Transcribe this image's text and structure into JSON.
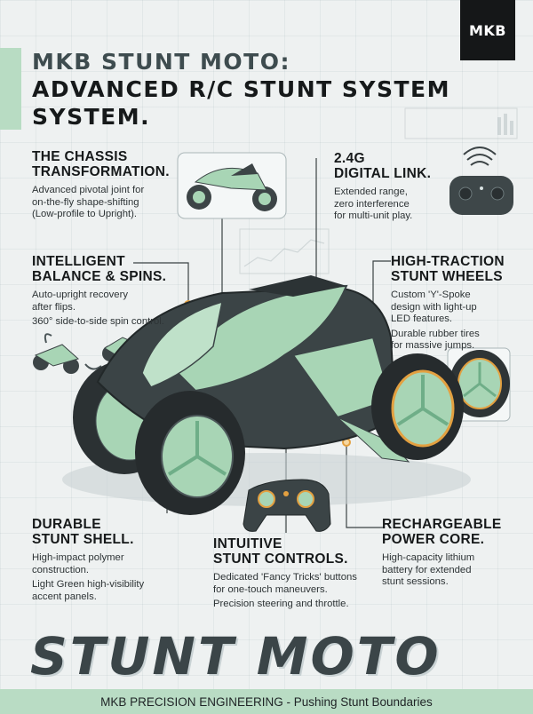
{
  "brand": {
    "logo_text": "MKB"
  },
  "title": {
    "line1": "MKB STUNT MOTO:",
    "line2": "ADVANCED R/C STUNT SYSTEM",
    "line3": "SYSTEM."
  },
  "features": {
    "chassis": {
      "heading": [
        "THE CHASSIS",
        "TRANSFORMATION."
      ],
      "text": [
        "Advanced pivotal joint for",
        "on-the-fly shape-shifting",
        "(Low-profile to Upright)."
      ]
    },
    "link": {
      "heading": [
        "2.4G",
        "DIGITAL LINK."
      ],
      "text": [
        "Extended range,",
        "zero interference",
        "for multi-unit play."
      ]
    },
    "balance": {
      "heading": [
        "INTELLIGENT",
        "BALANCE & SPINS."
      ],
      "text": [
        "Auto-upright recovery",
        "after flips."
      ],
      "text2": [
        "360° side-to-side spin control."
      ]
    },
    "wheels": {
      "heading": [
        "HIGH-TRACTION",
        "STUNT WHEELS"
      ],
      "text": [
        "Custom 'Y'-Spoke",
        "design with light-up",
        "LED features."
      ],
      "text2": [
        "Durable rubber tires",
        "for massive jumps."
      ]
    },
    "shell": {
      "heading": [
        "DURABLE",
        "STUNT SHELL."
      ],
      "text": [
        "High-impact polymer",
        "construction."
      ],
      "text2": [
        "Light Green high-visibility",
        "accent panels."
      ]
    },
    "controls": {
      "heading": [
        "INTUITIVE",
        "STUNT CONTROLS."
      ],
      "text": [
        "Dedicated 'Fancy Tricks' buttons",
        "for one-touch maneuvers."
      ],
      "text2": [
        "Precision steering and throttle."
      ]
    },
    "power": {
      "heading": [
        "RECHARGEABLE",
        "POWER CORE."
      ],
      "text": [
        "High-capacity lithium",
        "battery for extended",
        "stunt sessions."
      ]
    }
  },
  "big_title": "STUNT MOTO",
  "footer": "MKB PRECISION ENGINEERING - Pushing Stunt Boundaries",
  "colors": {
    "accent_green": "#b8dcc4",
    "dark": "#2f3537",
    "callout_orange": "#e3a040"
  }
}
